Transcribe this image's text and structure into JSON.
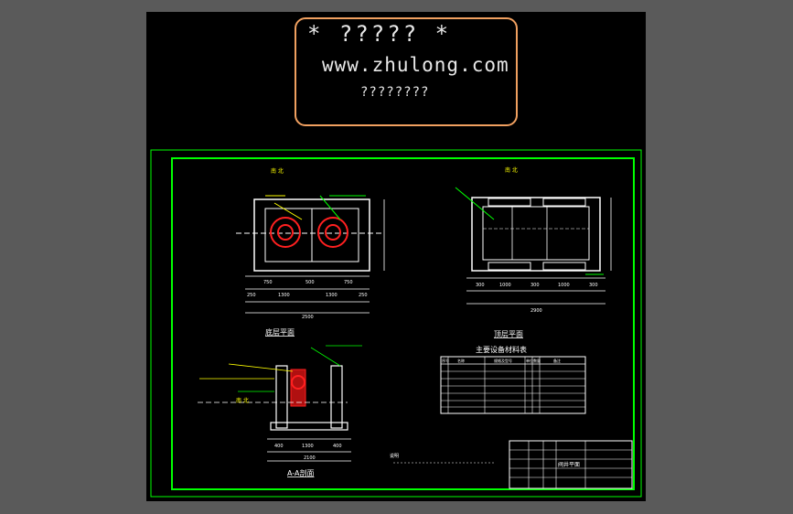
{
  "watermark": {
    "line1": "* ????? *",
    "line2": "www.zhulong.com",
    "line3": "????????"
  },
  "views": {
    "plan_bottom": {
      "title": "底层平面",
      "north": "南 北",
      "dims_row1": [
        "750",
        "500",
        "750"
      ],
      "dims_row2": [
        "250",
        "1300",
        "1300",
        "250"
      ],
      "total": "2500"
    },
    "plan_top": {
      "title": "顶层平面",
      "north": "南 北",
      "dims_row1": [
        "300",
        "1000",
        "300",
        "1000",
        "300"
      ],
      "total": "2900"
    },
    "section": {
      "title": "A-A剖面",
      "label": "南 北",
      "dims_row1": [
        "400",
        "1300",
        "400"
      ],
      "total": "2100"
    }
  },
  "table": {
    "title": "主要设备材料表",
    "headers": [
      "序号",
      "名称",
      "规格及型号",
      "单位",
      "数量",
      "备注"
    ]
  },
  "notes": {
    "label": "说明"
  },
  "title_block": {
    "drawing_name": "阀井平面"
  },
  "colors": {
    "frame": "#00ff00",
    "lines": "#ffffff",
    "accent": "#ff2020",
    "annotation": "#ffff00"
  }
}
